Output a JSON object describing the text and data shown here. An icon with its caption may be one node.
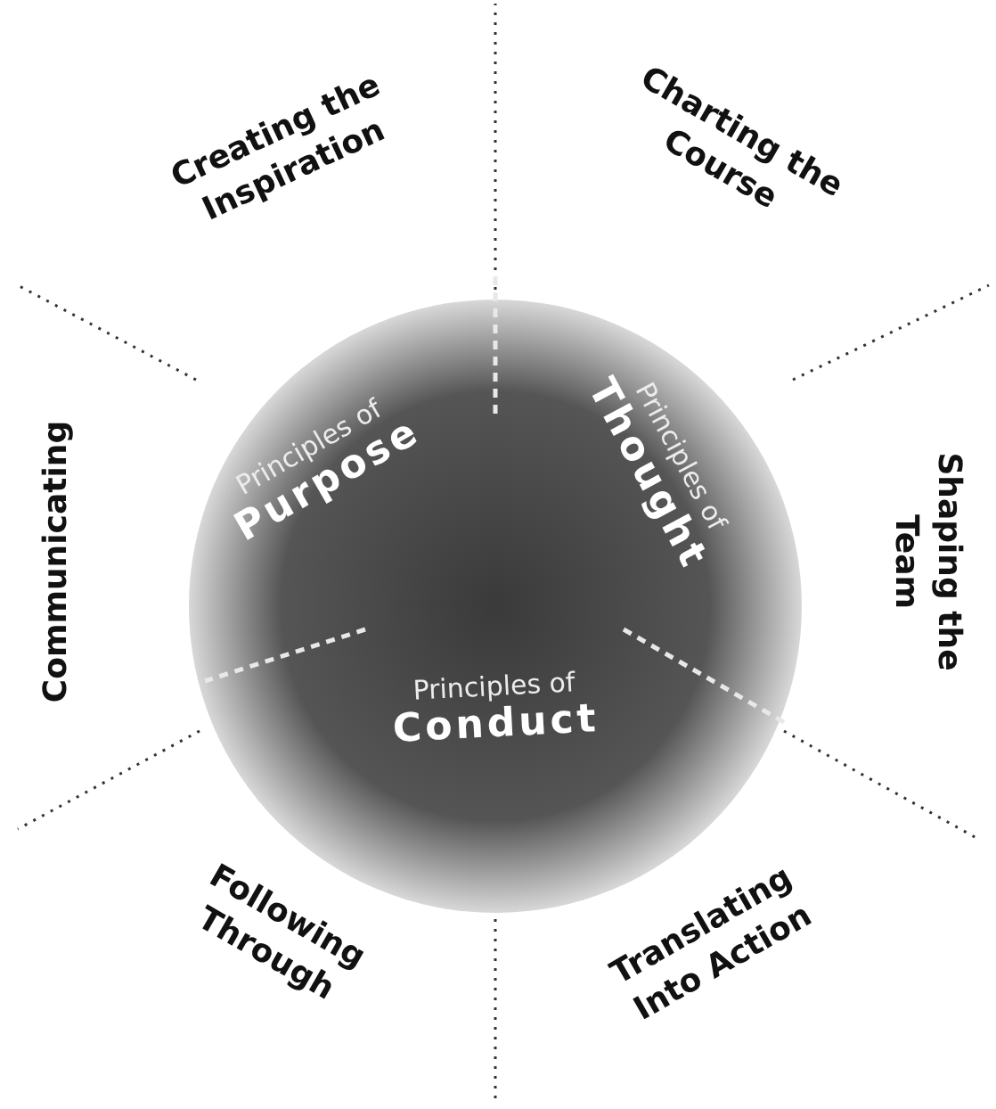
{
  "diagram": {
    "nodes": [
      {
        "text": [
          "Principles of",
          "Purpose"
        ]
      },
      {
        "text": [
          "Principles of",
          "Thought"
        ]
      },
      {
        "text": [
          "Principles of",
          "Conduct"
        ]
      }
    ],
    "labels": [
      "Creating the Inspiration",
      "Charting the Course",
      "Communicating",
      "Shaping the Team",
      "Following Through",
      "Translating Into Action"
    ]
  }
}
